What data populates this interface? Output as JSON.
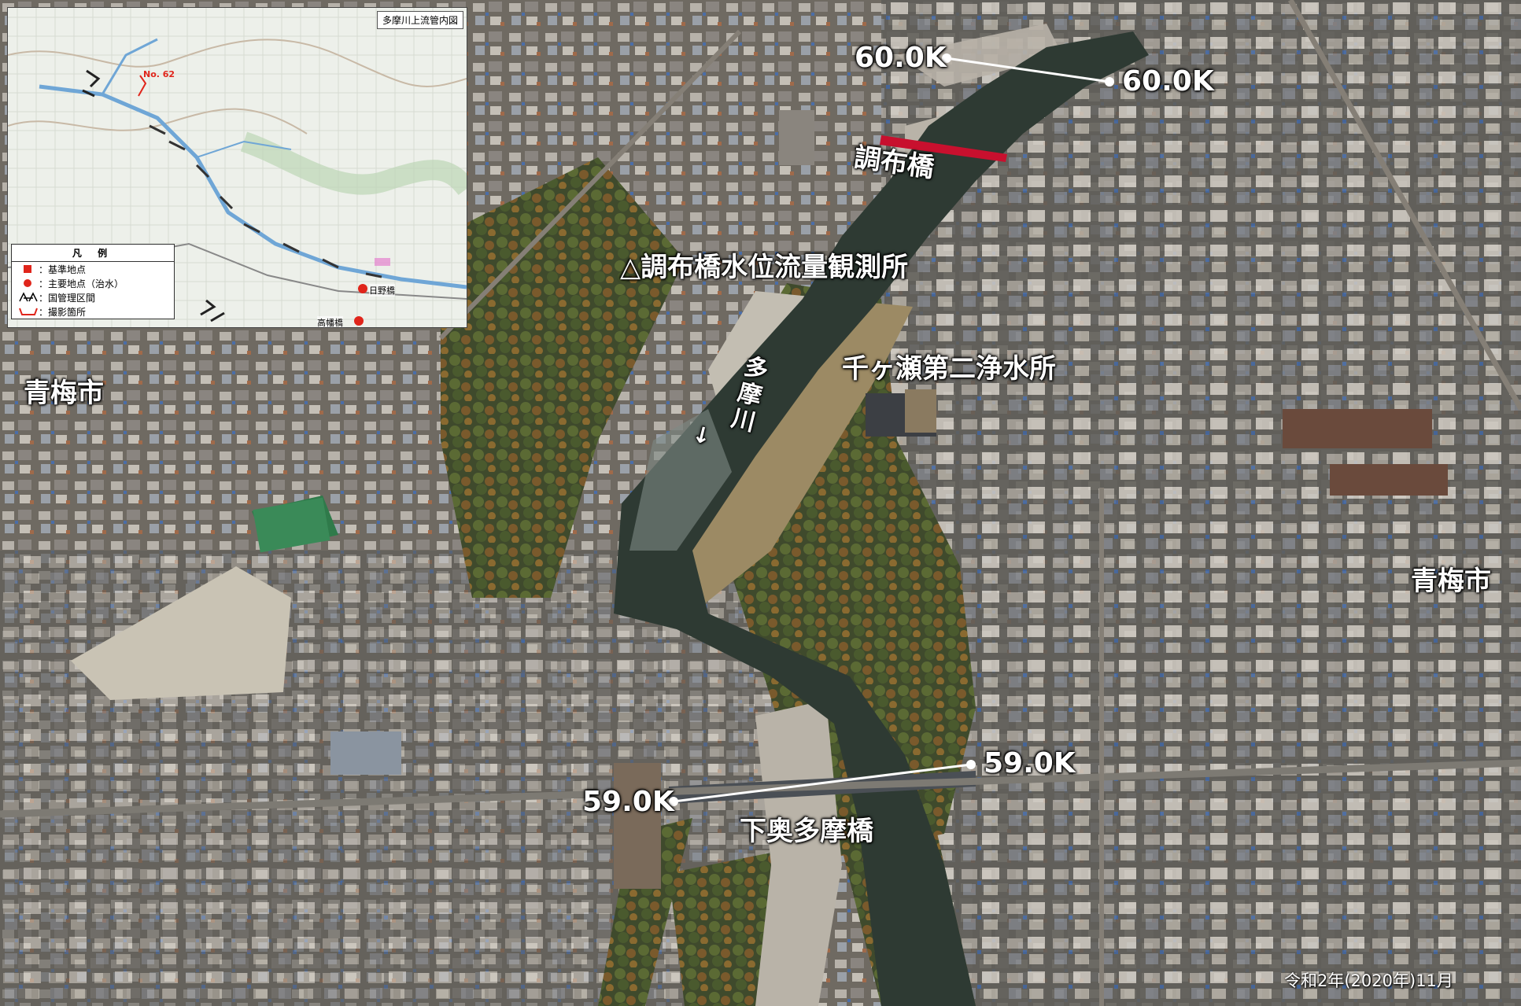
{
  "inset": {
    "title": "多摩川上流管内図",
    "marker_label": "No. 62",
    "legend": {
      "title": "凡 例",
      "items": [
        {
          "symbol": "red-square",
          "label": "：基準地点"
        },
        {
          "symbol": "red-circle",
          "label": "：主要地点（治水）"
        },
        {
          "symbol": "boundary-arrows",
          "label": "：国管理区間"
        },
        {
          "symbol": "red-bracket",
          "label": "：撮影箇所"
        }
      ]
    },
    "points": [
      {
        "name": "日野橋"
      },
      {
        "name": "高幡橋"
      }
    ]
  },
  "labels": {
    "km_60_left": "60.0K",
    "km_60_right": "60.0K",
    "bridge_chofu": "調布橋",
    "station": "△調布橋水位流量観測所",
    "river": "多摩川",
    "river_arrow": "↓",
    "water_plant": "千ヶ瀬第二浄水所",
    "city_left": "青梅市",
    "city_right": "青梅市",
    "km_59_right": "59.0K",
    "km_59_left": "59.0K",
    "bridge_shimookutama": "下奥多摩橋",
    "date": "令和2年(2020年)11月"
  },
  "colors": {
    "marker_red": "#e0251b",
    "bridge_red": "#c8102e",
    "river": "#2e3a33",
    "gravel": "#b9b3a8"
  }
}
